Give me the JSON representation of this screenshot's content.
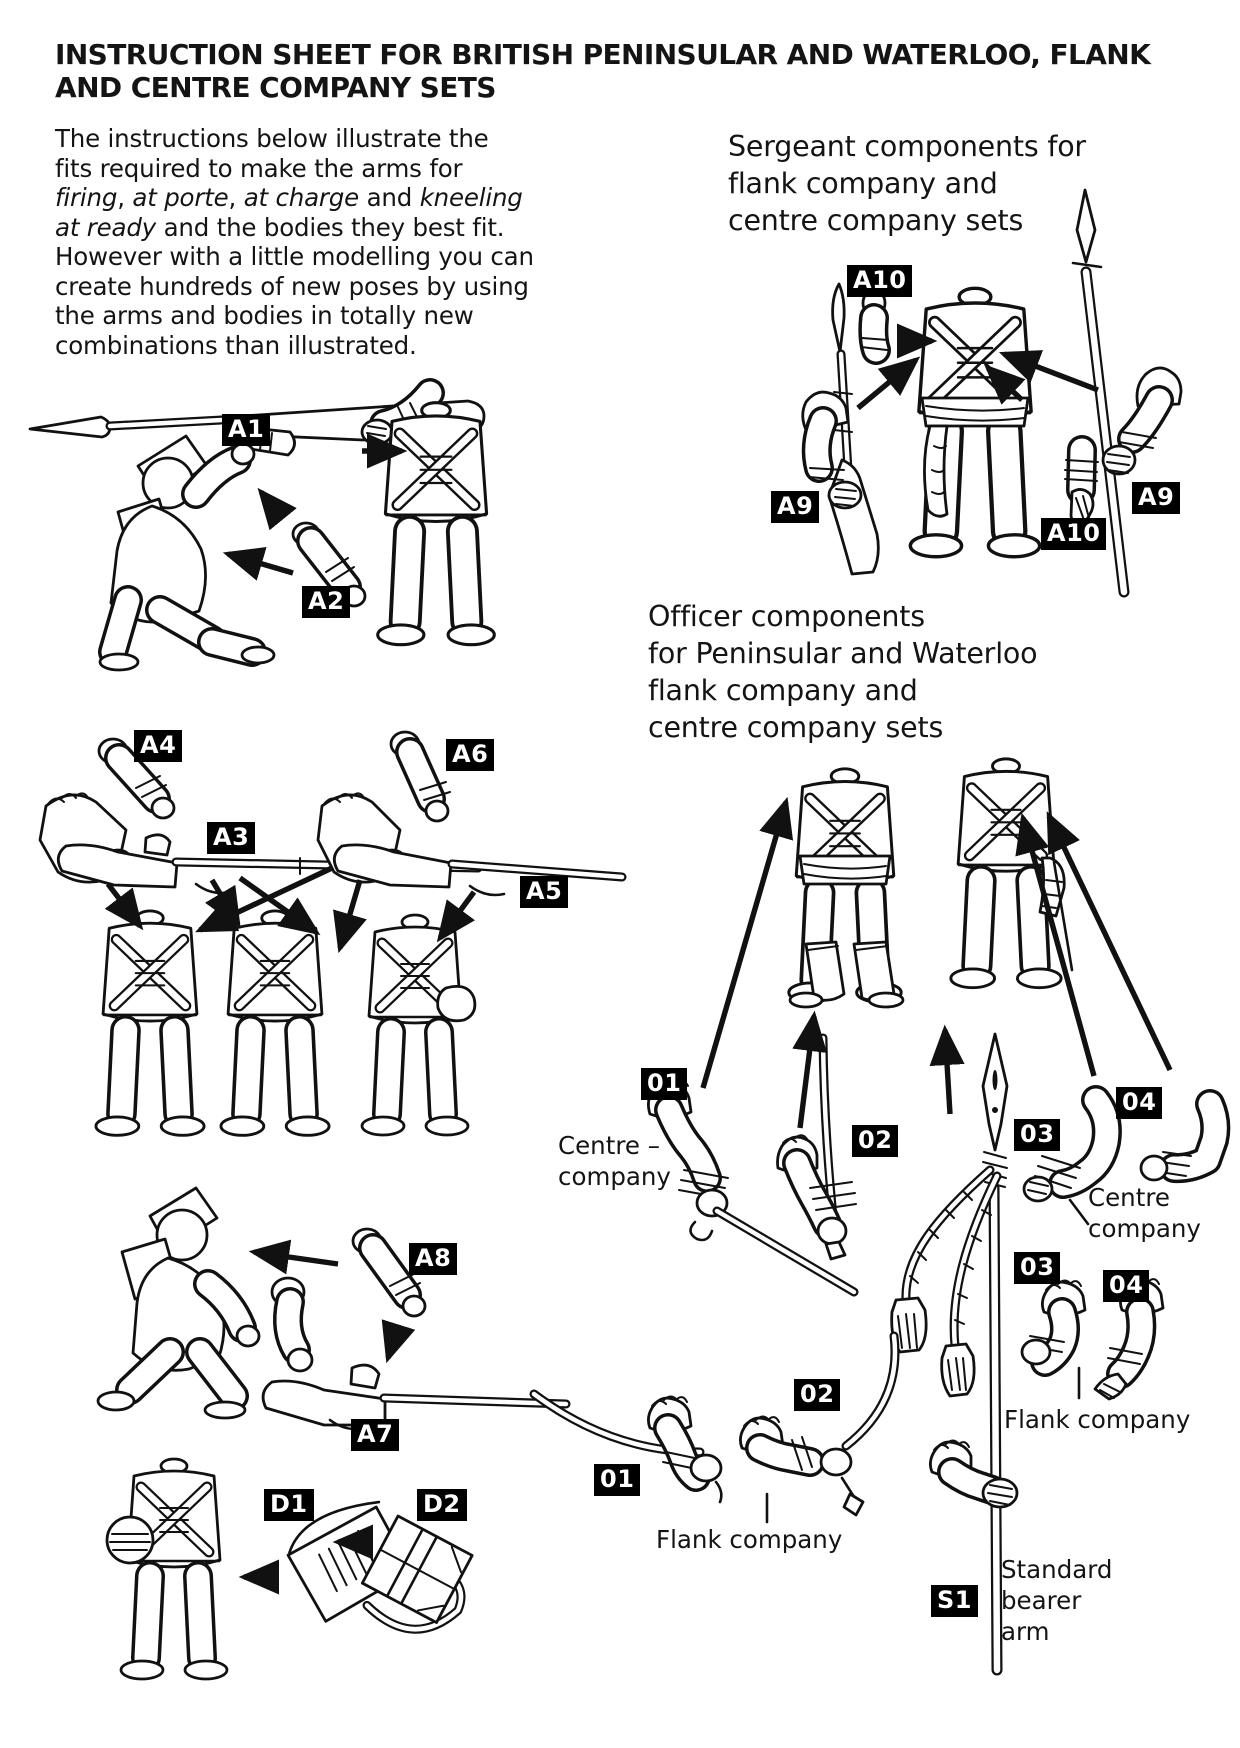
{
  "page_title": "INSTRUCTION SHEET FOR BRITISH PENINSULAR AND WATERLOO, FLANK AND CENTRE COMPANY SETS",
  "intro": {
    "s1": "The instructions below illustrate the\nfits required to make the arms for\n",
    "s2": "firing",
    "s3": ", ",
    "s4": "at porte",
    "s5": ", ",
    "s6": "at charge",
    "s7": " and ",
    "s8": "kneeling\nat ready",
    "s9": " and the bodies they best fit.\nHowever with a little modelling you can\ncreate hundreds of new poses by using\nthe arms and bodies in totally new\ncombinations than illustrated."
  },
  "headings": {
    "sergeant": "Sergeant components for\nflank company and\ncentre company sets",
    "officer": "Officer components\nfor Peninsular and Waterloo\nflank company and\ncentre company sets"
  },
  "part_labels": {
    "a1": "A1",
    "a2": "A2",
    "a3": "A3",
    "a4": "A4",
    "a5": "A5",
    "a6": "A6",
    "a7": "A7",
    "a8": "A8",
    "a9": "A9",
    "a10": "A10",
    "d1": "D1",
    "d2": "D2",
    "o01": "01",
    "o02": "02",
    "o03": "03",
    "o04": "04",
    "s1": "S1"
  },
  "captions": {
    "centre_company_left": "Centre –\ncompany",
    "centre_company_right": "Centre\ncompany",
    "flank_company_left": "Flank company",
    "flank_company_right": "Flank company",
    "standard_bearer": "Standard\nbearer\narm"
  },
  "figures": {
    "kneeling_firing_figure": "kneeling firing soldier",
    "standing_body": "headless soldier body",
    "musket": "musket with bayonet",
    "detached_arm": "detached arm piece",
    "sergeant_body": "sergeant body with sash",
    "half_pike": "sergeant half-pike",
    "officer_bodies": "officer bodies",
    "sword_arms": "officer sword arms",
    "sabre_arms": "flank company sabre arms",
    "standard_pole": "standard pole with cords and tassels",
    "packs": "knapsack pieces"
  },
  "colors": {
    "paper": "#ffffff",
    "ink": "#141414",
    "badge_bg": "#000000",
    "badge_text": "#ffffff"
  }
}
